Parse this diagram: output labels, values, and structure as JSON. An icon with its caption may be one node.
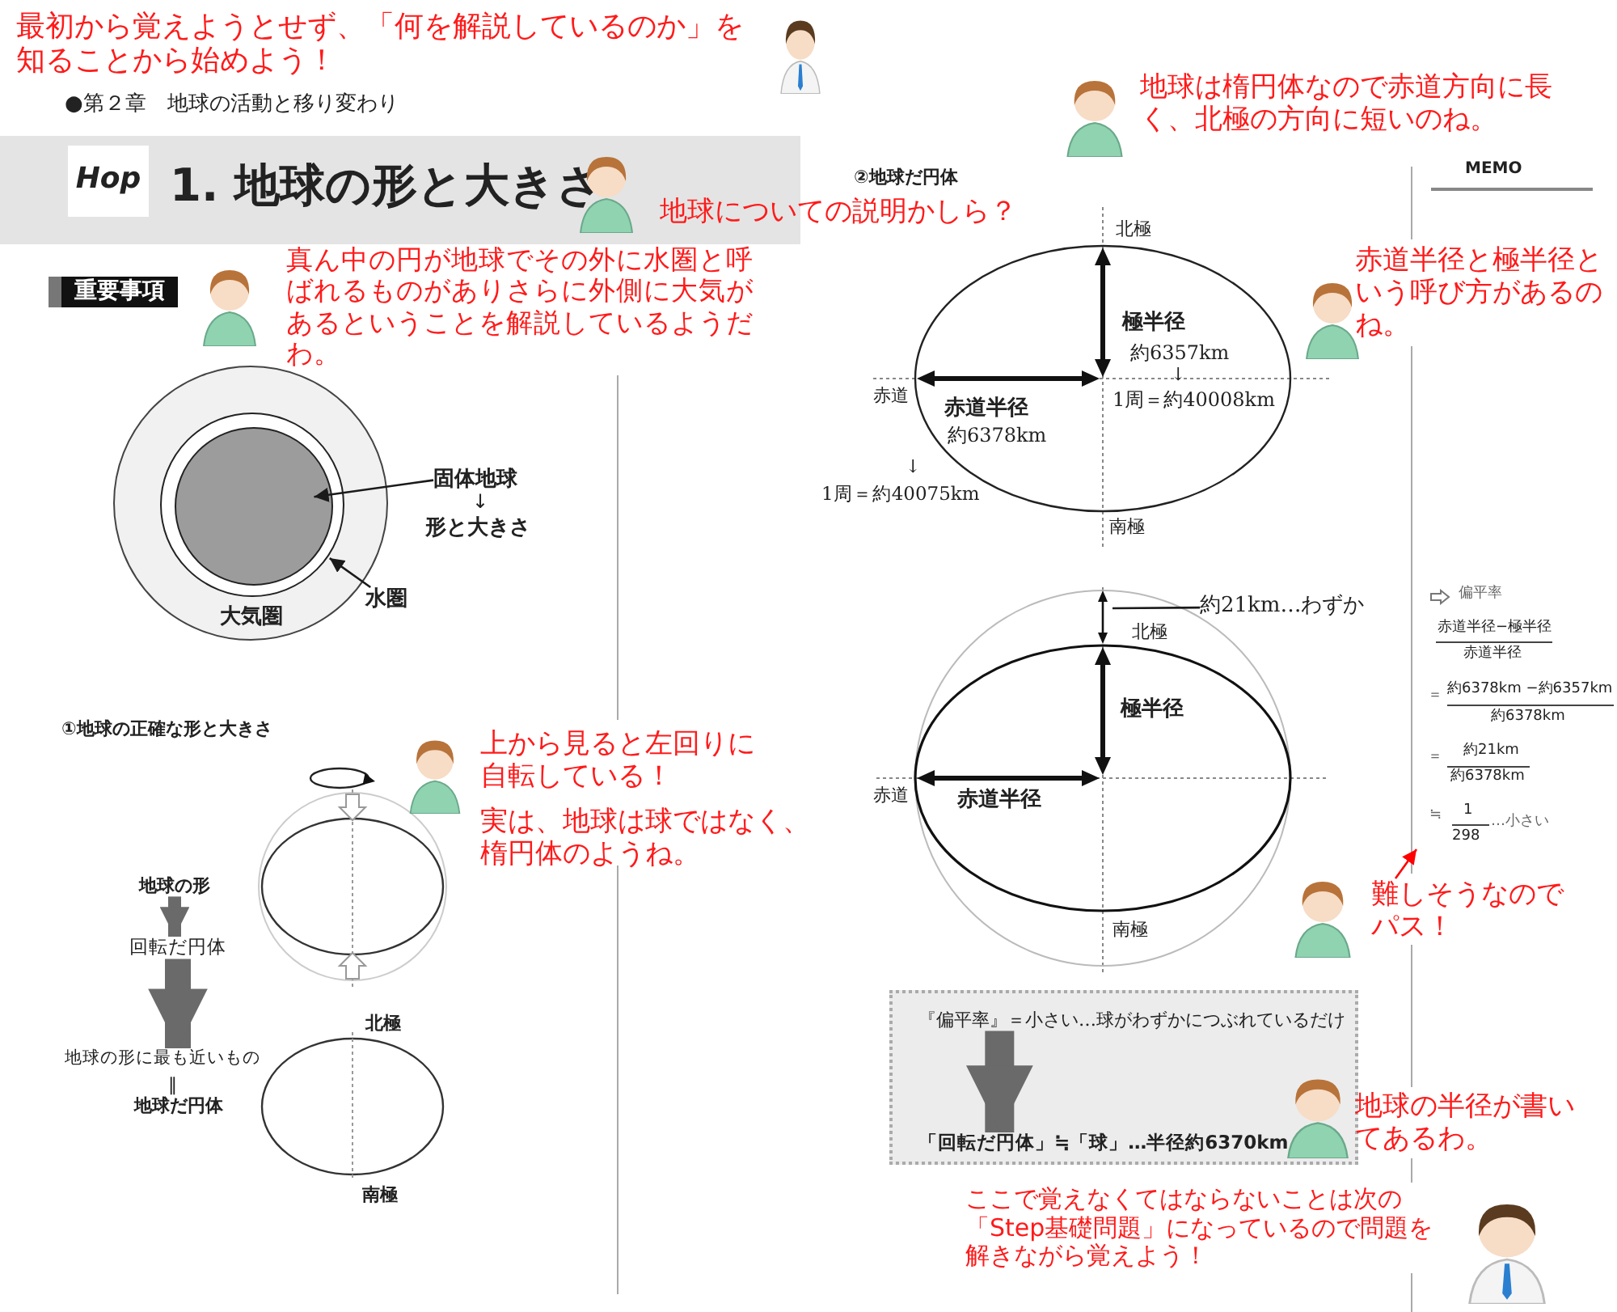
{
  "diagram": {
    "nodes": [
      {
        "text": [
          "1. 地球の形と大きさ"
        ]
      },
      {
        "text": [
          "Hop"
        ],
        "in": 0
      },
      {
        "text": [
          "大気圏"
        ]
      },
      {
        "text": [],
        "shape": "circle",
        "in": 2
      },
      {
        "text": [],
        "shape": "circle",
        "in": 3
      },
      {
        "text": [
          "固体地球"
        ]
      },
      {
        "text": [
          "水圏"
        ]
      },
      {
        "text": [
          "地球の形"
        ]
      },
      {
        "text": [
          "回転だ円体"
        ]
      },
      {
        "text": [
          "地球の形に最も近いもの"
        ]
      },
      {
        "text": [
          "約21km…わずか"
        ]
      },
      {
        "text": [
          "難しそうなのでパス！"
        ]
      },
      {
        "text": [],
        "shape": "box"
      },
      {
        "text": [
          "『偏平率』＝小さい…球がわずかにつぶれているだけ"
        ],
        "in": 12
      },
      {
        "text": [
          "「回転だ円体」≒「球」…半径約6370km"
        ],
        "in": 12
      }
    ],
    "edges": [
      {
        "from": 5,
        "to": 4,
        "arrow": "to"
      },
      {
        "from": 6,
        "to": 3,
        "arrow": "to"
      },
      {
        "from": 7,
        "to": 8,
        "arrow": "to",
        "style": "thick"
      },
      {
        "from": 8,
        "to": 9,
        "arrow": "to",
        "style": "thick"
      },
      {
        "from": 10,
        "to": null,
        "arrow": "none"
      },
      {
        "from": 11,
        "to": null,
        "arrow": "to",
        "color": "#ff0000"
      },
      {
        "from": 13,
        "to": 14,
        "arrow": "to",
        "style": "thick"
      }
    ],
    "labels": [
      "最初から覚えようとせず、「何を解説しているのか」を知ることから始めよう！",
      "●第２章　地球の活動と移り変わり",
      "地球は楕円体なので赤道方向に長く、北極の方向に短いのね。",
      "②地球だ円体",
      "地球についての説明かしら？",
      "MEMO",
      "北極",
      "真ん中の円が地球でその外に水圏と呼ばれるものがありさらに外側に大気があるということを解説しているようだわ。",
      "重要事項",
      "赤道半径と極半径という呼び方があるのね。",
      "極半径",
      "約6357km",
      "↓",
      "1周＝約40008km",
      "赤道",
      "赤道半径",
      "約6378km",
      "↓",
      "1周＝約40075km",
      "南極",
      "↓",
      "形と大きさ",
      "①地球の正確な形と大きさ",
      "上から見ると左回りに自転している！",
      "実は、地球は球ではなく、楕円体のようね。",
      "北極",
      "極半径",
      "赤道",
      "赤道半径",
      "南極",
      "偏平率",
      "赤道半径−極半径",
      "赤道半径",
      "＝",
      "約6378km −約6357km",
      "約6378km",
      "＝",
      "約21km",
      "約6378km",
      "≒",
      "1",
      "298",
      "…小さい",
      "北極",
      "‖",
      "地球だ円体",
      "南極",
      "地球の半径が書いてあるわ。",
      "ここで覚えなくてはならないことは次の「Step基礎問題」になっているので問題を解きながら覚えよう！"
    ]
  }
}
